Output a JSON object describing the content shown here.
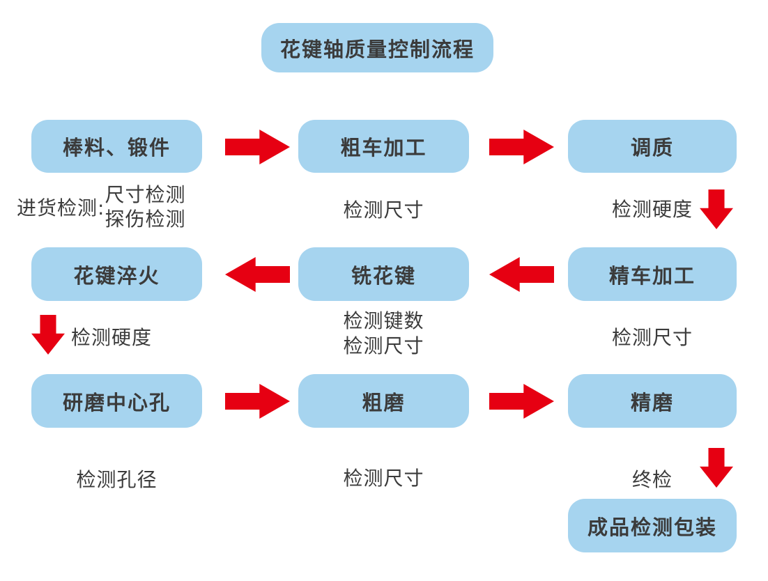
{
  "title": "花键轴质量控制流程",
  "process": {
    "row1": {
      "step1": "棒料、锻件",
      "step2": "粗车加工",
      "step3": "调质",
      "check1_prefix": "进货检测:",
      "check1_line1": "尺寸检测",
      "check1_line2": "探伤检测",
      "check2": "检测尺寸",
      "check3": "检测硬度"
    },
    "row2": {
      "step1": "花键淬火",
      "step2": "铣花键",
      "step3": "精车加工",
      "check1": "检测硬度",
      "check2_line1": "检测键数",
      "check2_line2": "检测尺寸",
      "check3": "检测尺寸"
    },
    "row3": {
      "step1": "研磨中心孔",
      "step2": "粗磨",
      "step3": "精磨",
      "check1": "检测孔径",
      "check2": "检测尺寸",
      "check3": "终检",
      "final": "成品检测包装"
    }
  },
  "colors": {
    "node_fill": "#A6D4EF",
    "arrow": "#E60012",
    "text": "#3B3B3B",
    "bg": "#FFFFFF"
  }
}
